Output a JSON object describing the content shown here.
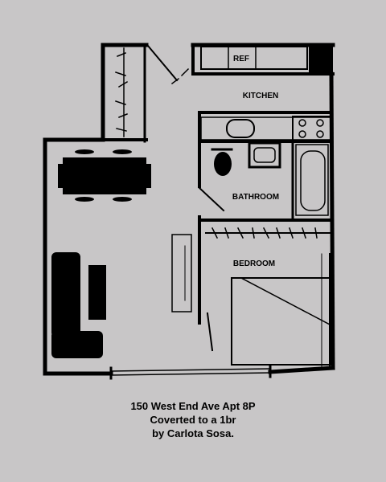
{
  "plan": {
    "rooms": {
      "ref": "REF",
      "kitchen": "KITCHEN",
      "bathroom": "BATHROOM",
      "bedroom": "BEDROOM"
    }
  },
  "caption": {
    "line1": "150 West End Ave Apt 8P",
    "line2": "Coverted to a 1br",
    "line3": "by Carlota Sosa."
  },
  "colors": {
    "background": "#c8c6c7",
    "walls": "#000000"
  }
}
